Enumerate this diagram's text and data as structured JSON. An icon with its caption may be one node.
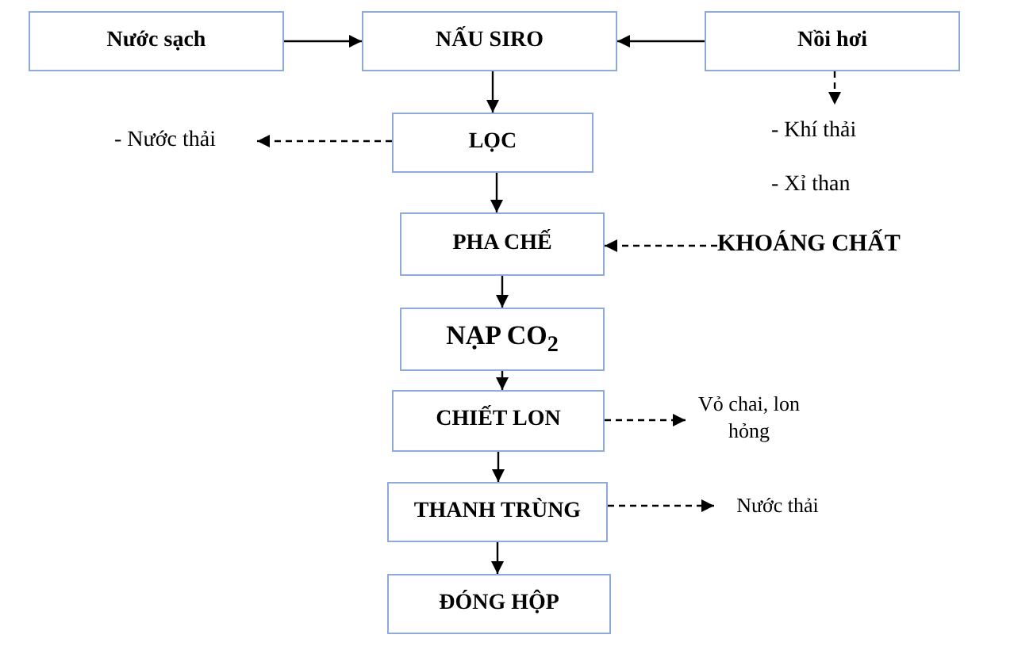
{
  "diagram": {
    "nodes": [
      {
        "text": [
          "Nước sạch"
        ]
      },
      {
        "text": [
          "NẤU SIRO"
        ]
      },
      {
        "text": [
          "Nồi hơi"
        ]
      },
      {
        "text": [
          "- Nước thải"
        ]
      },
      {
        "text": [
          "LỌC"
        ]
      },
      {
        "text": [
          "- Khí thải",
          "- Xỉ than"
        ]
      },
      {
        "text": [
          "PHA CHẾ"
        ]
      },
      {
        "text": [
          "KHOÁNG CHẤT"
        ]
      },
      {
        "text": [
          "NẠP CO$_{2}$"
        ]
      },
      {
        "text": [
          "CHIẾT LON"
        ]
      },
      {
        "text": [
          "Vỏ chai, lon hỏng"
        ]
      },
      {
        "text": [
          "THANH TRÙNG"
        ]
      },
      {
        "text": [
          "Nước thải"
        ]
      },
      {
        "text": [
          "ĐÓNG HỘP"
        ]
      }
    ],
    "edges": [
      {
        "from": 0,
        "to": 1,
        "arrow": "to"
      },
      {
        "from": 2,
        "to": 1,
        "arrow": "to"
      },
      {
        "from": 1,
        "to": 4,
        "arrow": "to"
      },
      {
        "from": 4,
        "to": 3,
        "arrow": "to",
        "style": "dashed"
      },
      {
        "from": 2,
        "to": 5,
        "arrow": "to",
        "style": "dashed"
      },
      {
        "from": 4,
        "to": 6,
        "arrow": "to"
      },
      {
        "from": 7,
        "to": 6,
        "arrow": "to",
        "style": "dashed"
      },
      {
        "from": 6,
        "to": 8,
        "arrow": "to"
      },
      {
        "from": 8,
        "to": 9,
        "arrow": "to"
      },
      {
        "from": 9,
        "to": 10,
        "arrow": "to",
        "style": "dashed"
      },
      {
        "from": 9,
        "to": 11,
        "arrow": "to"
      },
      {
        "from": 11,
        "to": 12,
        "arrow": "to",
        "style": "dashed"
      },
      {
        "from": 11,
        "to": 13,
        "arrow": "to"
      }
    ]
  }
}
